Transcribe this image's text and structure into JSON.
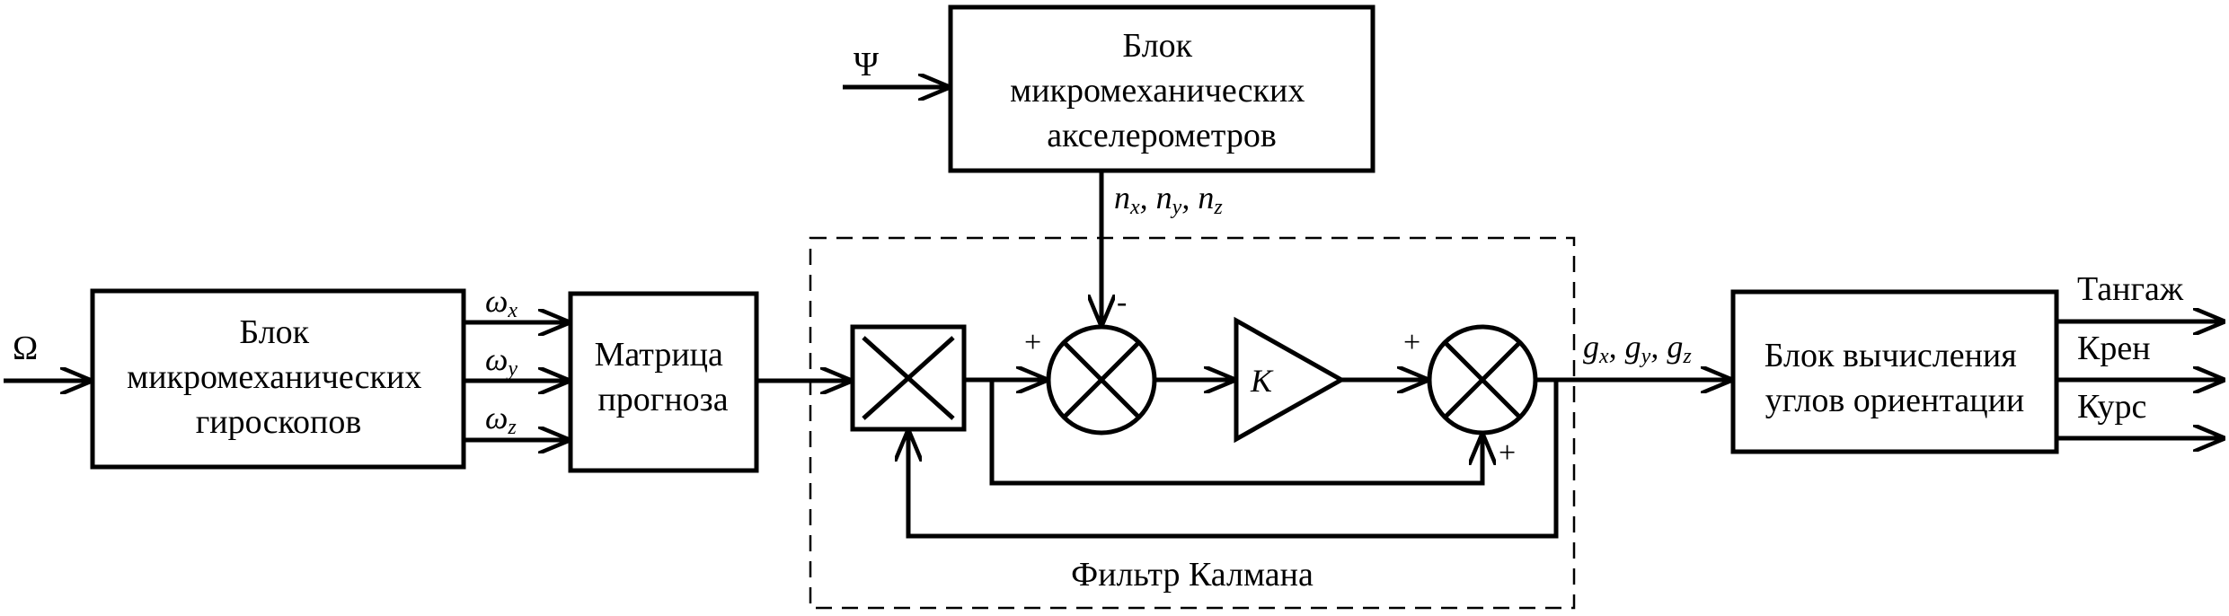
{
  "inputs": {
    "omega": "Ω",
    "psi": "Ψ"
  },
  "blocks": {
    "gyro": {
      "lines": [
        "Блок",
        "микромеханических",
        "гироскопов"
      ]
    },
    "accel": {
      "lines": [
        "Блок",
        "микромеханических",
        "акселерометров"
      ]
    },
    "matrix": {
      "lines": [
        "Матрица",
        "прогноза"
      ]
    },
    "orientation": {
      "lines": [
        "Блок вычисления",
        "углов ориентации"
      ]
    },
    "kalman": {
      "label": "Фильтр Калмана"
    },
    "gain": {
      "label": "K"
    }
  },
  "signals": {
    "gyro_out": [
      {
        "base": "ω",
        "sub": "x"
      },
      {
        "base": "ω",
        "sub": "y"
      },
      {
        "base": "ω",
        "sub": "z"
      }
    ],
    "accel_out": [
      {
        "base": "n",
        "sub": "x"
      },
      {
        "base": "n",
        "sub": "y"
      },
      {
        "base": "n",
        "sub": "z"
      }
    ],
    "kalman_out": [
      {
        "base": "g",
        "sub": "x"
      },
      {
        "base": "g",
        "sub": "y"
      },
      {
        "base": "g",
        "sub": "z"
      }
    ],
    "separator": ", "
  },
  "signs": {
    "sum1_plus": "+",
    "sum1_minus": "-",
    "sum2_plus_left": "+",
    "sum2_plus_bottom": "+"
  },
  "outputs": [
    "Тангаж",
    "Крен",
    "Курс"
  ]
}
